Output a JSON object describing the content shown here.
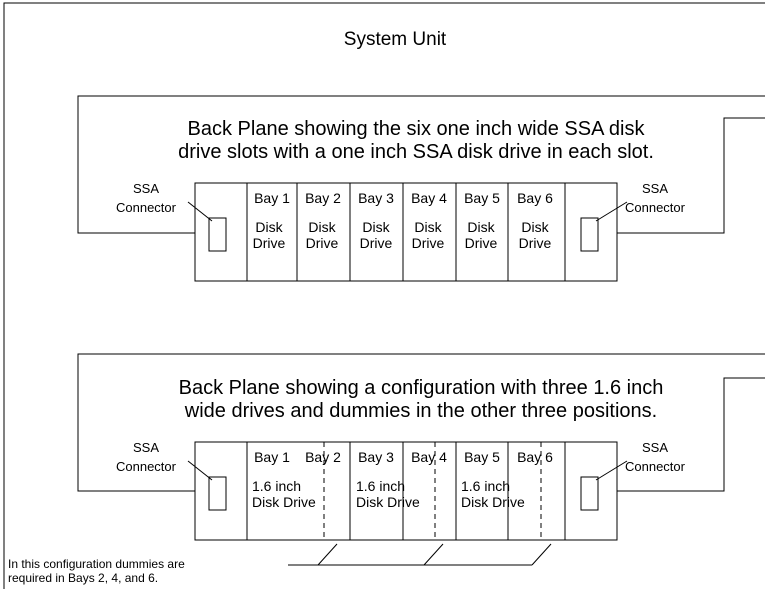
{
  "system_unit": {
    "title": "System Unit"
  },
  "plane1": {
    "description_line1": "Back Plane showing the six one inch wide SSA disk",
    "description_line2": "drive slots with a one inch SSA disk drive in each slot.",
    "left_connector": {
      "line1": "SSA",
      "line2": "Connector"
    },
    "right_connector": {
      "line1": "SSA",
      "line2": "Connector"
    },
    "bays": [
      {
        "label": "Bay 1",
        "drive_line1": "Disk",
        "drive_line2": "Drive"
      },
      {
        "label": "Bay 2",
        "drive_line1": "Disk",
        "drive_line2": "Drive"
      },
      {
        "label": "Bay 3",
        "drive_line1": "Disk",
        "drive_line2": "Drive"
      },
      {
        "label": "Bay 4",
        "drive_line1": "Disk",
        "drive_line2": "Drive"
      },
      {
        "label": "Bay 5",
        "drive_line1": "Disk",
        "drive_line2": "Drive"
      },
      {
        "label": "Bay 6",
        "drive_line1": "Disk",
        "drive_line2": "Drive"
      }
    ]
  },
  "plane2": {
    "description_line1": "Back Plane showing a configuration with three 1.6 inch",
    "description_line2": "wide drives and dummies in the other three positions.",
    "left_connector": {
      "line1": "SSA",
      "line2": "Connector"
    },
    "right_connector": {
      "line1": "SSA",
      "line2": "Connector"
    },
    "bays": [
      {
        "label": "Bay 1"
      },
      {
        "label": "Bay 2"
      },
      {
        "label": "Bay 3"
      },
      {
        "label": "Bay 4"
      },
      {
        "label": "Bay 5"
      },
      {
        "label": "Bay 6"
      }
    ],
    "drives": [
      {
        "line1": "1.6 inch",
        "line2": "Disk Drive"
      },
      {
        "line1": "1.6 inch",
        "line2": "Disk Drive"
      },
      {
        "line1": "1.6 inch",
        "line2": "Disk Drive"
      }
    ]
  },
  "note": {
    "line1": "In this configuration dummies are",
    "line2": "required in Bays 2, 4, and 6."
  }
}
